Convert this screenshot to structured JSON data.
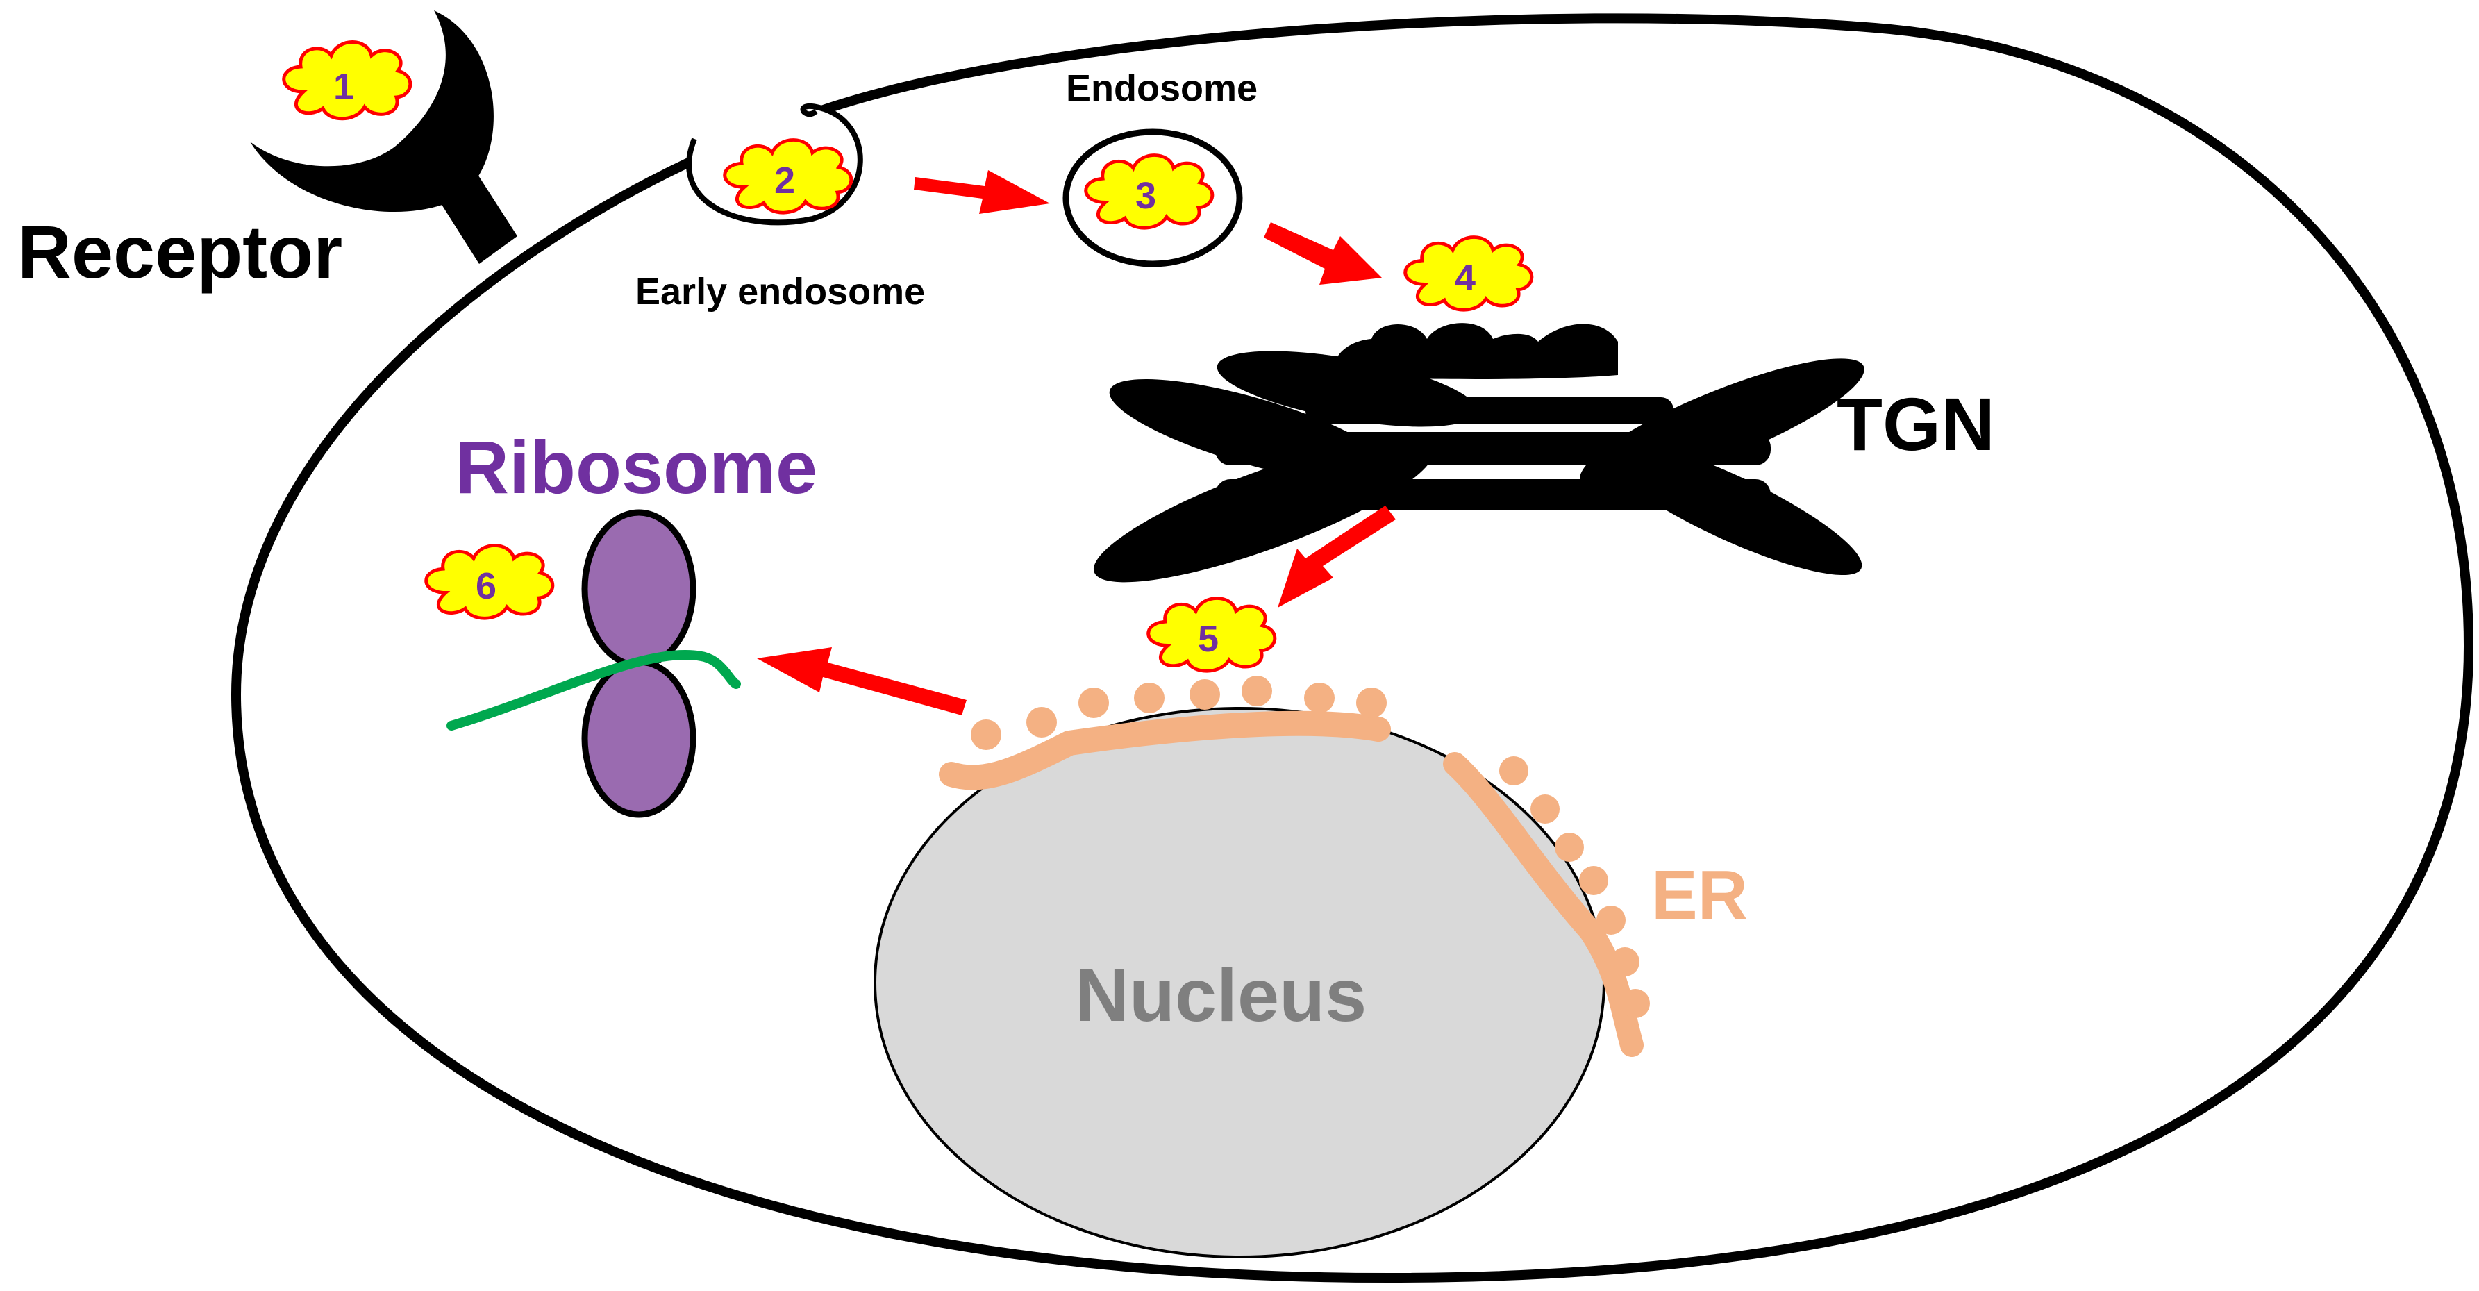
{
  "labels": {
    "receptor": "Receptor",
    "early_endosome": "Early endosome",
    "endosome": "Endosome",
    "tgn": "TGN",
    "ribosome": "Ribosome",
    "nucleus": "Nucleus",
    "er": "ER"
  },
  "steps": [
    "1",
    "2",
    "3",
    "4",
    "5",
    "6"
  ],
  "colors": {
    "outline": "#000000",
    "arrow": "#ff0000",
    "cloud_fill": "#ffff00",
    "cloud_stroke": "#ff0000",
    "step_text": "#7030a0",
    "ribosome_fill": "#9a6bb0",
    "ribosome_label": "#7030a0",
    "mrna": "#00a84f",
    "er": "#f4b183",
    "nucleus_fill": "#d9d9d9",
    "nucleus_label": "#7f7f7f"
  }
}
